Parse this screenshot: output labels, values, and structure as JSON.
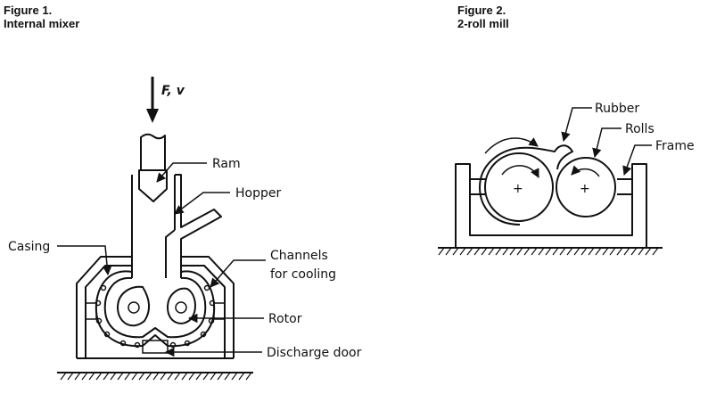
{
  "figure1": {
    "caption": "Figure 1.",
    "title": "Internal mixer",
    "force_label": "F, v",
    "labels": {
      "ram": "Ram",
      "hopper": "Hopper",
      "casing": "Casing",
      "channels_line1": "Channels",
      "channels_line2": "for cooling",
      "rotor": "Rotor",
      "discharge_door": "Discharge door"
    }
  },
  "figure2": {
    "caption": "Figure 2.",
    "title": "2-roll mill",
    "labels": {
      "rubber": "Rubber",
      "rolls": "Rolls",
      "frame": "Frame",
      "plus_left": "+",
      "plus_right": "+"
    }
  }
}
